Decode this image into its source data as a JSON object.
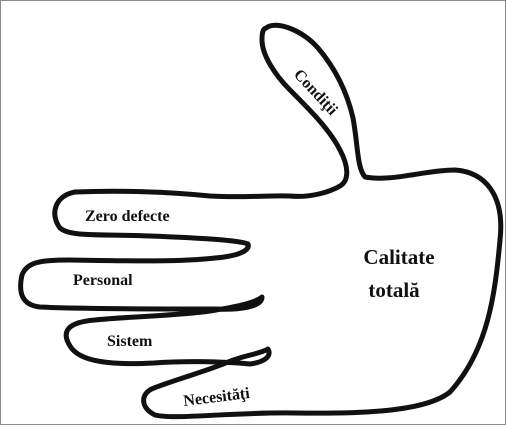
{
  "diagram": {
    "center": {
      "line1": "Calitate",
      "line2": "totală"
    },
    "fingers": {
      "thumb": "Condiţii",
      "index": "Zero defecte",
      "middle": "Personal",
      "ring": "Sistem",
      "little": "Necesităţi"
    },
    "colors": {
      "outline": "#111111",
      "text": "#111111",
      "background": "#ffffff"
    }
  }
}
